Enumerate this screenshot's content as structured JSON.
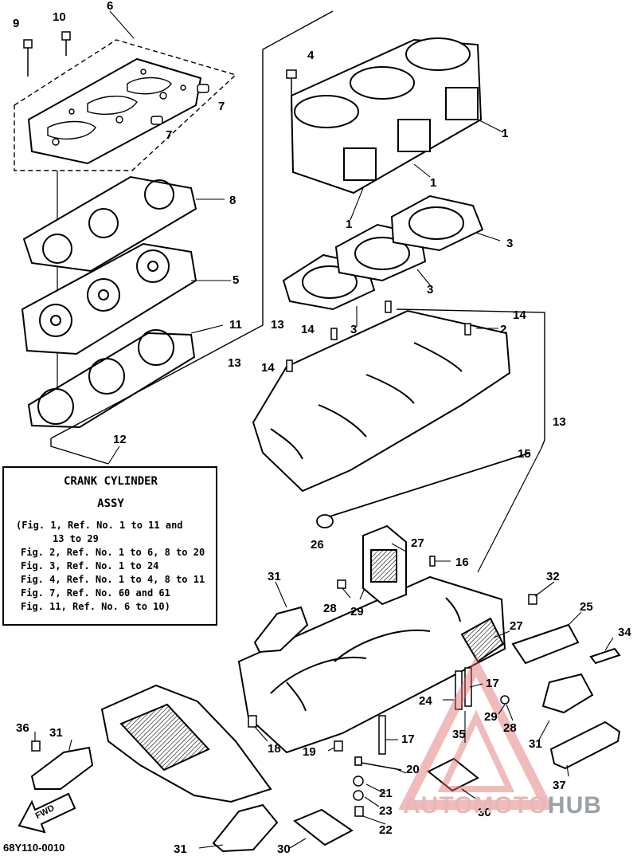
{
  "diagram": {
    "box": {
      "title": "CRANK CYLINDER",
      "subtitle": "ASSY",
      "lines": [
        "(Fig. 1, Ref. No. 1 to 11 and",
        "13 to 29",
        "Fig. 2, Ref. No. 1 to 6, 8 to 20",
        "Fig. 3, Ref. No. 1 to 24",
        "Fig. 4, Ref. No. 1 to 4, 8 to 11",
        "Fig. 7, Ref. No. 60 and 61",
        "Fig. 11, Ref. No. 6 to 10)"
      ]
    },
    "callouts": [
      {
        "id": "c9",
        "text": "9"
      },
      {
        "id": "c10",
        "text": "10"
      },
      {
        "id": "c6",
        "text": "6"
      },
      {
        "id": "c4",
        "text": "4"
      },
      {
        "id": "c7a",
        "text": "7"
      },
      {
        "id": "c7b",
        "text": "7"
      },
      {
        "id": "c1a",
        "text": "1"
      },
      {
        "id": "c1b",
        "text": "1"
      },
      {
        "id": "c1c",
        "text": "1"
      },
      {
        "id": "c8",
        "text": "8"
      },
      {
        "id": "c3a",
        "text": "3"
      },
      {
        "id": "c3b",
        "text": "3"
      },
      {
        "id": "c3c",
        "text": "3"
      },
      {
        "id": "c5",
        "text": "5"
      },
      {
        "id": "c11",
        "text": "11"
      },
      {
        "id": "c14a",
        "text": "14"
      },
      {
        "id": "c2",
        "text": "2"
      },
      {
        "id": "c13a",
        "text": "13"
      },
      {
        "id": "c14b",
        "text": "14"
      },
      {
        "id": "c13b",
        "text": "13"
      },
      {
        "id": "c14c",
        "text": "14"
      },
      {
        "id": "c13c",
        "text": "13"
      },
      {
        "id": "c12",
        "text": "12"
      },
      {
        "id": "c15",
        "text": "15"
      },
      {
        "id": "c26",
        "text": "26"
      },
      {
        "id": "c27a",
        "text": "27"
      },
      {
        "id": "c16",
        "text": "16"
      },
      {
        "id": "c31a",
        "text": "31"
      },
      {
        "id": "c28a",
        "text": "28"
      },
      {
        "id": "c29a",
        "text": "29"
      },
      {
        "id": "c32",
        "text": "32"
      },
      {
        "id": "c25",
        "text": "25"
      },
      {
        "id": "c27b",
        "text": "27"
      },
      {
        "id": "c34",
        "text": "34"
      },
      {
        "id": "c17a",
        "text": "17"
      },
      {
        "id": "c24",
        "text": "24"
      },
      {
        "id": "c29b",
        "text": "29"
      },
      {
        "id": "c28b",
        "text": "28"
      },
      {
        "id": "c31b",
        "text": "31"
      },
      {
        "id": "c36",
        "text": "36"
      },
      {
        "id": "c31c",
        "text": "31"
      },
      {
        "id": "c18",
        "text": "18"
      },
      {
        "id": "c17b",
        "text": "17"
      },
      {
        "id": "c35",
        "text": "35"
      },
      {
        "id": "c19",
        "text": "19"
      },
      {
        "id": "c20",
        "text": "20"
      },
      {
        "id": "c37",
        "text": "37"
      },
      {
        "id": "c21",
        "text": "21"
      },
      {
        "id": "c23",
        "text": "23"
      },
      {
        "id": "c30a",
        "text": "30"
      },
      {
        "id": "c22",
        "text": "22"
      },
      {
        "id": "c31d",
        "text": "31"
      },
      {
        "id": "c30b",
        "text": "30"
      }
    ],
    "footer_code": "68Y110-0010",
    "fwd_label": "FWD",
    "watermark": {
      "part1": "AUTO",
      "part2": "MOTO",
      "part3": "HUB"
    }
  },
  "colors": {
    "ink": "#000000",
    "watermark_red": "#e06a6a",
    "watermark_grey": "#9aa0a6"
  }
}
